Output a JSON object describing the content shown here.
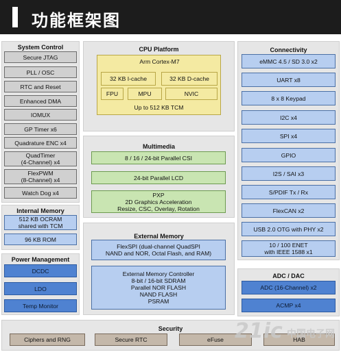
{
  "header": {
    "title": "功能框架图"
  },
  "system_control": {
    "title": "System Control",
    "items": [
      "Secure JTAG",
      "PLL / OSC",
      "RTC and Reset",
      "Enhanced DMA",
      "IOMUX",
      "GP Timer x6",
      "Quadrature ENC x4",
      "QuadTimer\n(4-Channel) x4",
      "FlexPWM\n(8-Channel) x4",
      "Watch Dog x4"
    ]
  },
  "internal_memory": {
    "title": "Internal Memory",
    "items": [
      "512 KB OCRAM\nshared with TCM",
      "96 KB ROM"
    ]
  },
  "power_management": {
    "title": "Power Management",
    "items": [
      "DCDC",
      "LDO",
      "Temp Monitor"
    ]
  },
  "cpu_platform": {
    "title": "CPU Platform",
    "core": "Arm Cortex-M7",
    "icache": "32 KB I-cache",
    "dcache": "32 KB D-cache",
    "fpu": "FPU",
    "mpu": "MPU",
    "nvic": "NVIC",
    "tcm": "Up to 512 KB TCM"
  },
  "multimedia": {
    "title": "Multimedia",
    "items": [
      "8 / 16 / 24-bit Parallel CSI",
      "24-bit Parallel LCD",
      "PXP\n2D Graphics Acceleration\nResize, CSC, Overlay, Rotation"
    ]
  },
  "external_memory": {
    "title": "External Memory",
    "flexspi": "FlexSPI (dual-channel QuadSPI\nNAND and NOR, Octal Flash, and RAM)",
    "controller": "External Memory Controller\n8-bit / 16-bit SDRAM\nParallel NOR FLASH\nNAND FLASH\nPSRAM"
  },
  "connectivity": {
    "title": "Connectivity",
    "items": [
      "eMMC 4.5 / SD 3.0 x2",
      "UART x8",
      "8 x 8 Keypad",
      "I2C x4",
      "SPI x4",
      "GPIO",
      "I2S / SAI x3",
      "S/PDIF Tx / Rx",
      "FlexCAN x2",
      "USB 2.0 OTG with PHY x2",
      "10 / 100 ENET\nwith IEEE 1588 x1"
    ]
  },
  "adc_dac": {
    "title": "ADC / DAC",
    "items": [
      "ADC (16-Channel) x2",
      "ACMP x4"
    ]
  },
  "security": {
    "title": "Security",
    "items": [
      "Ciphers and RNG",
      "Secure RTC",
      "eFuse",
      "HAB"
    ]
  },
  "watermark": {
    "logo": "21ic",
    "text": "中国电子网"
  }
}
